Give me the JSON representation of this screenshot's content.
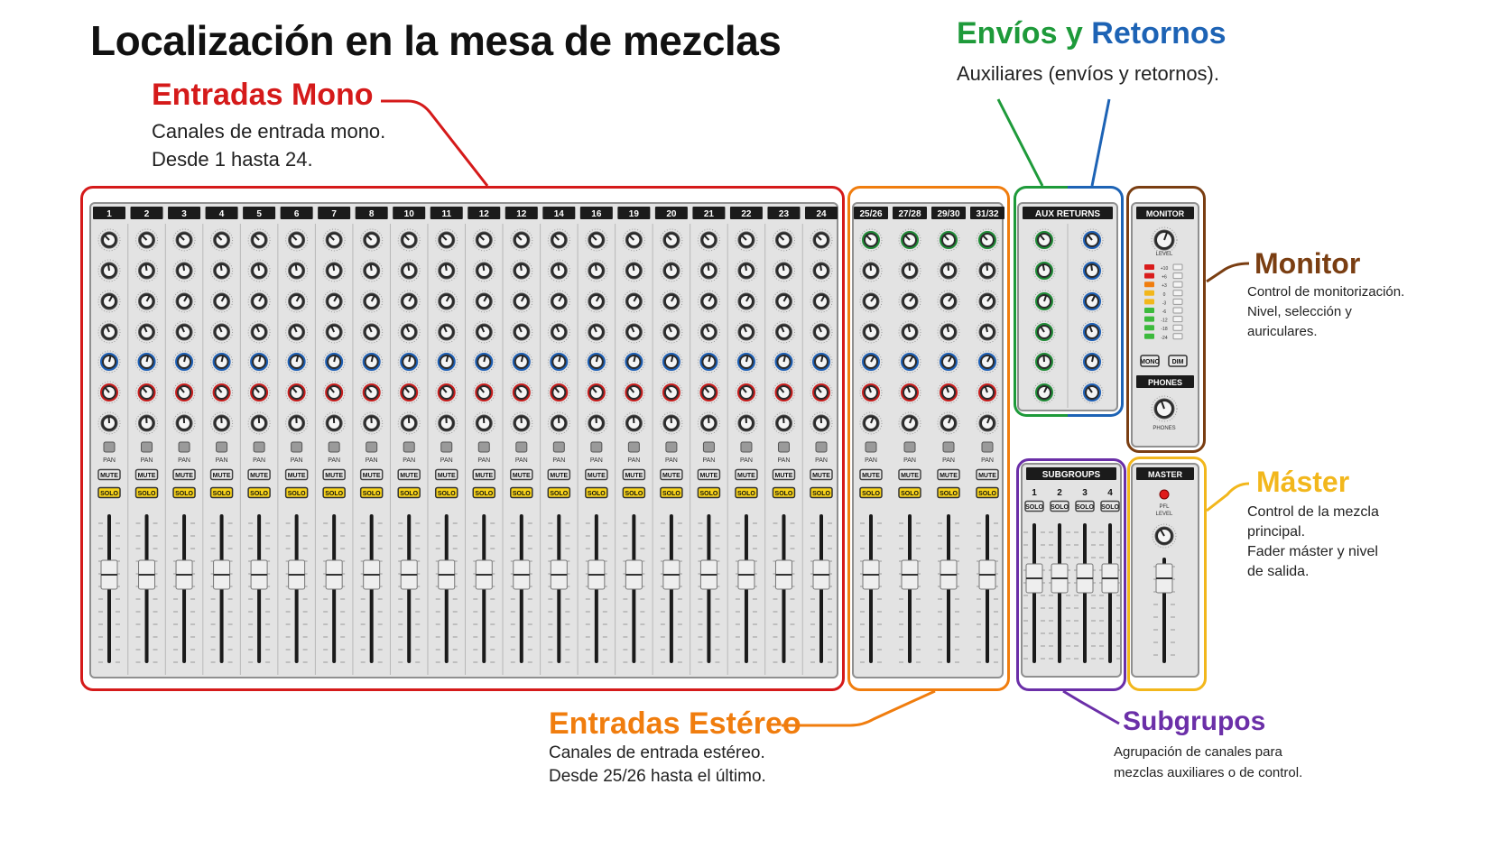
{
  "title": "Localización en la mesa de mezclas",
  "sections": {
    "mono": {
      "title": "Entradas Mono",
      "desc": [
        "Canales de entrada mono.",
        "Desde 1 hasta 24."
      ],
      "color": "#d51a1a"
    },
    "stereo": {
      "title": "Entradas Estéreo",
      "desc": [
        "Canales de entrada estéreo.",
        "Desde 25/26 hasta el último."
      ],
      "color": "#f07d0e"
    },
    "aux": {
      "title_a": "Envíos y",
      "title_b": "Retornos",
      "desc": [
        "Auxiliares (envíos y retornos)."
      ],
      "color_a": "#1e9a3a",
      "color_b": "#1d63b5"
    },
    "monitor": {
      "title": "Monitor",
      "desc": [
        "Control de monitorización.",
        "Nivel, selección y",
        "auriculares."
      ],
      "color": "#7a3e12"
    },
    "master": {
      "title": "Máster",
      "desc": [
        "Control de la mezcla",
        "principal.",
        "Fader máster y nivel",
        "de salida."
      ],
      "color": "#f2b71c"
    },
    "subgroups": {
      "title": "Subgrupos",
      "desc": [
        "Agrupación de canales para",
        "mezclas auxiliares o de control."
      ],
      "color": "#6b2fa8"
    }
  },
  "mixer": {
    "mono_channels": [
      "1",
      "2",
      "3",
      "4",
      "5",
      "6",
      "7",
      "8",
      "10",
      "11",
      "12",
      "12",
      "14",
      "16",
      "19",
      "20",
      "21",
      "22",
      "23",
      "24"
    ],
    "stereo_channels": [
      "25/26",
      "27/28",
      "29/30",
      "31/32"
    ],
    "pan_label": "PAN",
    "mute_label": "MUTE",
    "solo_label": "SOLO",
    "aux_returns_label": "AUX RETURNS",
    "subgroups_label": "SUBGROUPS",
    "subgroup_numbers": [
      "1",
      "2",
      "3",
      "4"
    ],
    "monitor_label": "MONITOR",
    "level_label": "LEVEL",
    "phones_label": "PHONES",
    "mono_button": "MONO",
    "dim_button": "DIM",
    "meter_labels": [
      "+10",
      "+6",
      "+3",
      "0",
      "-3",
      "-6",
      "-12",
      "-18",
      "-24"
    ],
    "master_label": "MASTER",
    "pfl_label": "PFL",
    "knob_colors": {
      "eq": "#1d5fb5",
      "pan": "#c61d1d",
      "aux": "#1e8a35"
    }
  }
}
